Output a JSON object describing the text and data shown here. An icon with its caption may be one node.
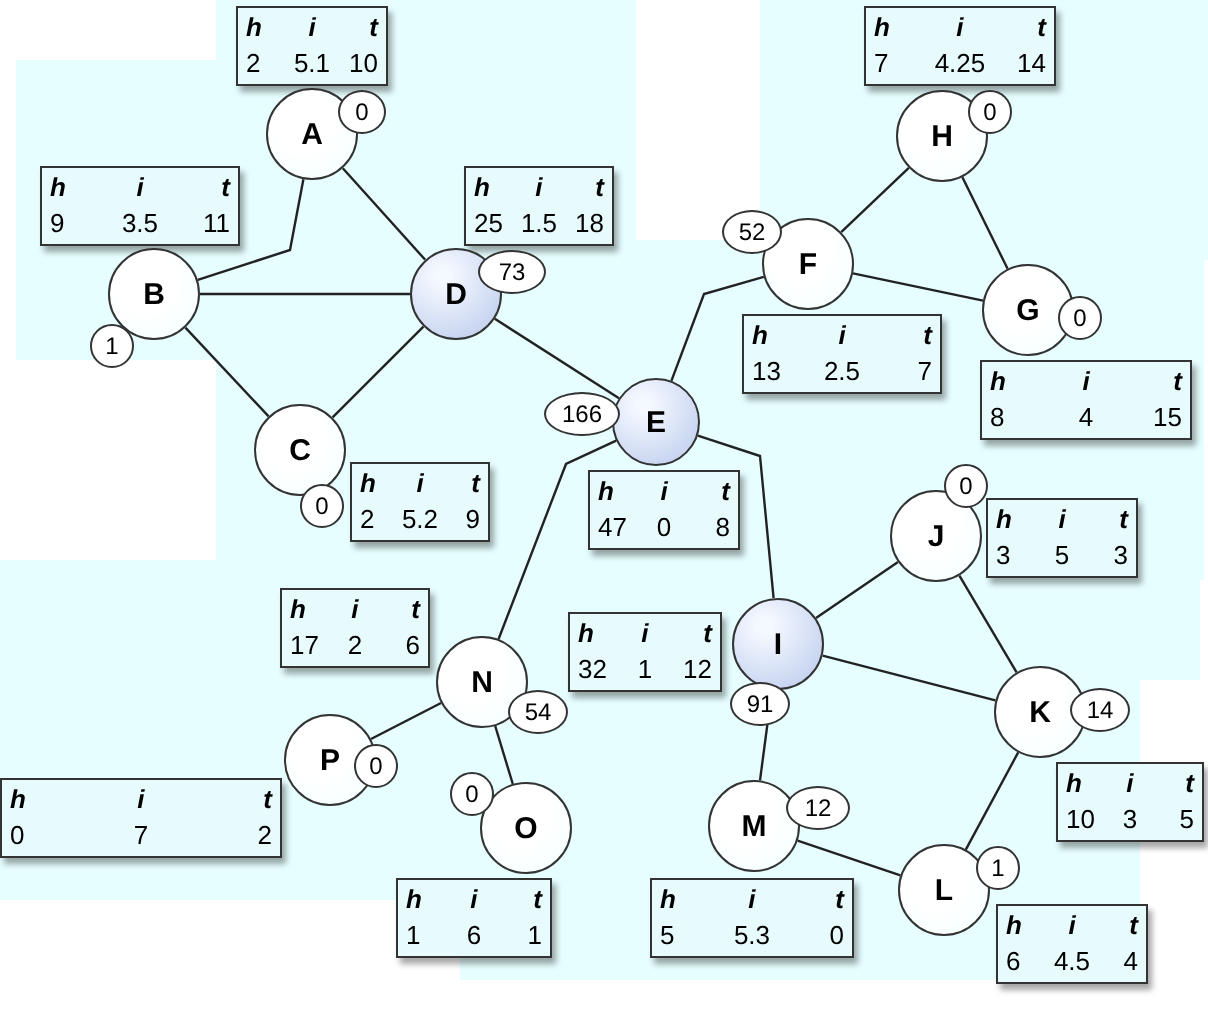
{
  "diagram": {
    "nodes": [
      {
        "text": [
          "A"
        ],
        "beside": [
          "0"
        ]
      },
      {
        "text": [
          "B"
        ],
        "beside": [
          "1"
        ]
      },
      {
        "text": [
          "C"
        ],
        "beside": [
          "0"
        ]
      },
      {
        "text": [
          "D"
        ],
        "beside": [
          "73"
        ]
      },
      {
        "text": [
          "E"
        ],
        "beside": [
          "166"
        ]
      },
      {
        "text": [
          "F"
        ],
        "beside": [
          "52"
        ]
      },
      {
        "text": [
          "G"
        ],
        "beside": [
          "0"
        ]
      },
      {
        "text": [
          "H"
        ],
        "beside": [
          "0"
        ]
      },
      {
        "text": [
          "I"
        ],
        "beside": [
          "91"
        ]
      },
      {
        "text": [
          "J"
        ],
        "beside": [
          "0"
        ]
      },
      {
        "text": [
          "K"
        ],
        "beside": [
          "14"
        ]
      },
      {
        "text": [
          "L"
        ],
        "beside": [
          "1"
        ]
      },
      {
        "text": [
          "M"
        ],
        "beside": [
          "12"
        ]
      },
      {
        "text": [
          "N"
        ],
        "beside": [
          "54"
        ]
      },
      {
        "text": [
          "O"
        ],
        "beside": [
          "0"
        ]
      },
      {
        "text": [
          "P"
        ],
        "beside": [
          "0"
        ]
      },
      {
        "text": [
          "h",
          "i",
          "t",
          "2",
          "5.1",
          "10"
        ]
      },
      {
        "text": [
          "h",
          "i",
          "t",
          "9",
          "3.5",
          "11"
        ]
      },
      {
        "text": [
          "h",
          "i",
          "t",
          "2",
          "5.2",
          "9"
        ]
      },
      {
        "text": [
          "h",
          "i",
          "t",
          "25",
          "1.5",
          "18"
        ]
      },
      {
        "text": [
          "h",
          "i",
          "t",
          "47",
          "0",
          "8"
        ]
      },
      {
        "text": [
          "h",
          "i",
          "t",
          "13",
          "2.5",
          "7"
        ]
      },
      {
        "text": [
          "h",
          "i",
          "t",
          "8",
          "4",
          "15"
        ]
      },
      {
        "text": [
          "h",
          "i",
          "t",
          "7",
          "4.25",
          "14"
        ]
      },
      {
        "text": [
          "h",
          "i",
          "t",
          "32",
          "1",
          "12"
        ]
      },
      {
        "text": [
          "h",
          "i",
          "t",
          "3",
          "5",
          "3"
        ]
      },
      {
        "text": [
          "h",
          "i",
          "t",
          "10",
          "3",
          "5"
        ]
      },
      {
        "text": [
          "h",
          "i",
          "t",
          "6",
          "4.5",
          "4"
        ]
      },
      {
        "text": [
          "h",
          "i",
          "t",
          "5",
          "5.3",
          "0"
        ]
      },
      {
        "text": [
          "h",
          "i",
          "t",
          "17",
          "2",
          "6"
        ]
      },
      {
        "text": [
          "h",
          "i",
          "t",
          "1",
          "6",
          "1"
        ]
      },
      {
        "text": [
          "h",
          "i",
          "t",
          "0",
          "7",
          "2"
        ]
      }
    ],
    "edges": [
      {
        "from": 0,
        "to": 1,
        "arrow": "none"
      },
      {
        "from": 0,
        "to": 3,
        "arrow": "none"
      },
      {
        "from": 1,
        "to": 3,
        "arrow": "none"
      },
      {
        "from": 1,
        "to": 2,
        "arrow": "none"
      },
      {
        "from": 2,
        "to": 3,
        "arrow": "none"
      },
      {
        "from": 3,
        "to": 4,
        "arrow": "none"
      },
      {
        "from": 4,
        "to": 5,
        "arrow": "none"
      },
      {
        "from": 5,
        "to": 7,
        "arrow": "none"
      },
      {
        "from": 5,
        "to": 6,
        "arrow": "none"
      },
      {
        "from": 7,
        "to": 6,
        "arrow": "none"
      },
      {
        "from": 4,
        "to": 13,
        "arrow": "none"
      },
      {
        "from": 4,
        "to": 8,
        "arrow": "none"
      },
      {
        "from": 8,
        "to": 9,
        "arrow": "none"
      },
      {
        "from": 8,
        "to": 10,
        "arrow": "none"
      },
      {
        "from": 8,
        "to": 12,
        "arrow": "none"
      },
      {
        "from": 9,
        "to": 10,
        "arrow": "none"
      },
      {
        "from": 10,
        "to": 11,
        "arrow": "none"
      },
      {
        "from": 12,
        "to": 11,
        "arrow": "none"
      },
      {
        "from": 13,
        "to": 15,
        "arrow": "none"
      },
      {
        "from": 13,
        "to": 14,
        "arrow": "none"
      }
    ]
  }
}
